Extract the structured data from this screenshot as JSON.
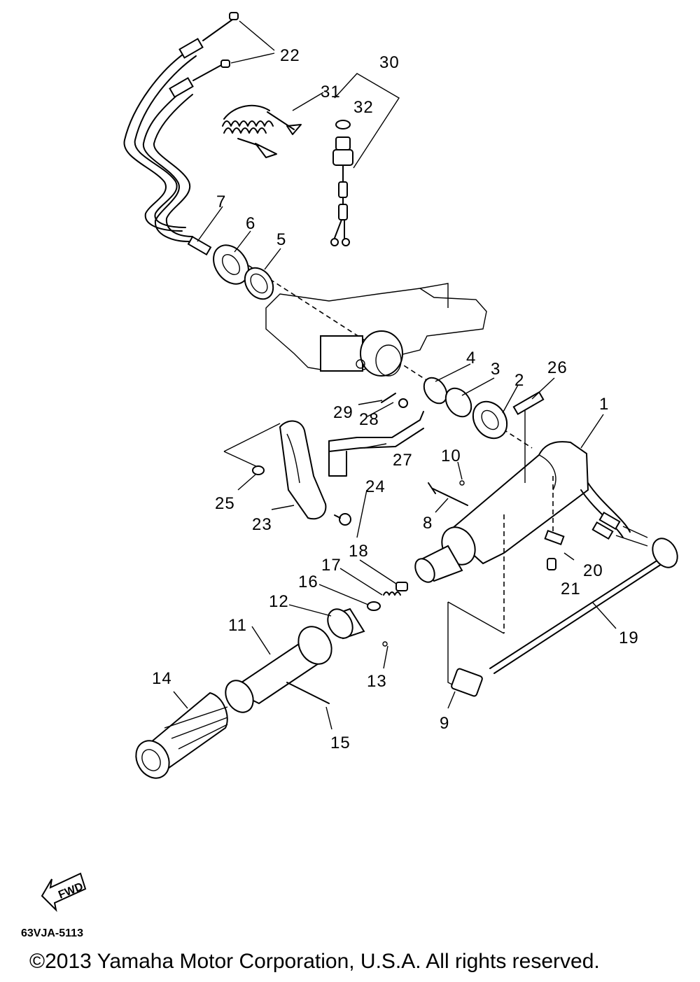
{
  "callouts": {
    "c1": "1",
    "c2": "2",
    "c3": "3",
    "c4": "4",
    "c5": "5",
    "c6": "6",
    "c7": "7",
    "c8": "8",
    "c9": "9",
    "c10": "10",
    "c11": "11",
    "c12": "12",
    "c13": "13",
    "c14": "14",
    "c15": "15",
    "c16": "16",
    "c17": "17",
    "c18": "18",
    "c19": "19",
    "c20": "20",
    "c21": "21",
    "c22": "22",
    "c23": "23",
    "c24": "24",
    "c25": "25",
    "c26": "26",
    "c27": "27",
    "c28": "28",
    "c29": "29",
    "c30": "30",
    "c31": "31",
    "c32": "32"
  },
  "fwd_label": "FWD",
  "diagram_code": "63VJA-5113",
  "copyright": "©2013 Yamaha Motor Corporation, U.S.A. All rights reserved."
}
